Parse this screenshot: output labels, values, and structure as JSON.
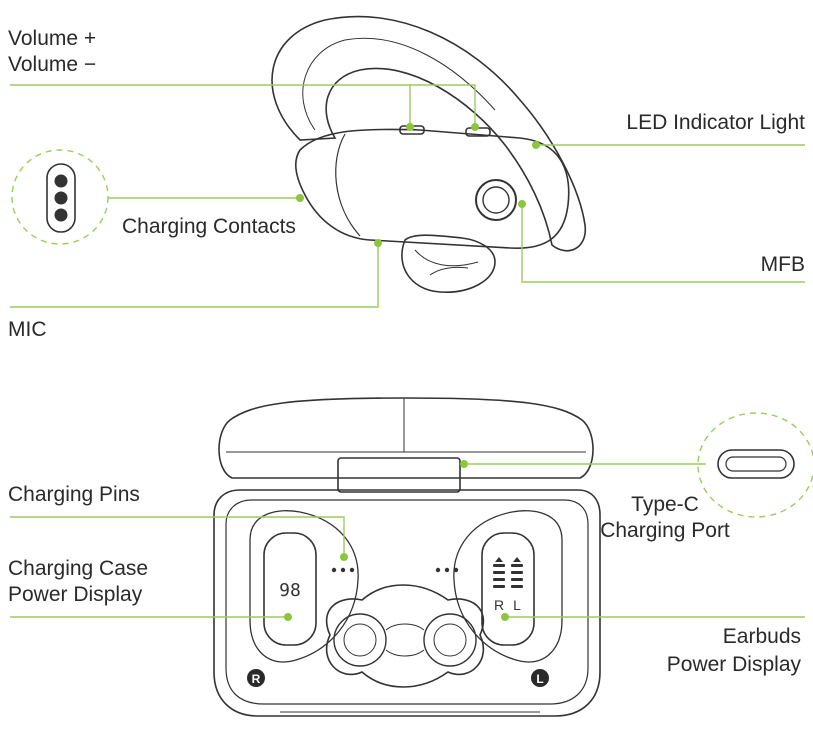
{
  "colors": {
    "accent": "#8cc63f",
    "line": "#9acd5a",
    "outline": "#333333",
    "text": "#2a2a2a"
  },
  "earbud": {
    "labels": {
      "volume_up": "Volume +",
      "volume_down": "Volume −",
      "led": "LED Indicator Light",
      "charging_contacts": "Charging Contacts",
      "mfb": "MFB",
      "mic": "MIC"
    }
  },
  "case": {
    "labels": {
      "charging_pins": "Charging Pins",
      "case_power_line1": "Charging Case",
      "case_power_line2": "Power Display",
      "type_c_line1": "Type-C",
      "type_c_line2": "Charging Port",
      "earbuds_power_line1": "Earbuds",
      "earbuds_power_line2": "Power Display"
    },
    "display_value": "98",
    "right_slot_mark": "R",
    "left_slot_mark": "L",
    "battery_right": "R",
    "battery_left": "L"
  }
}
